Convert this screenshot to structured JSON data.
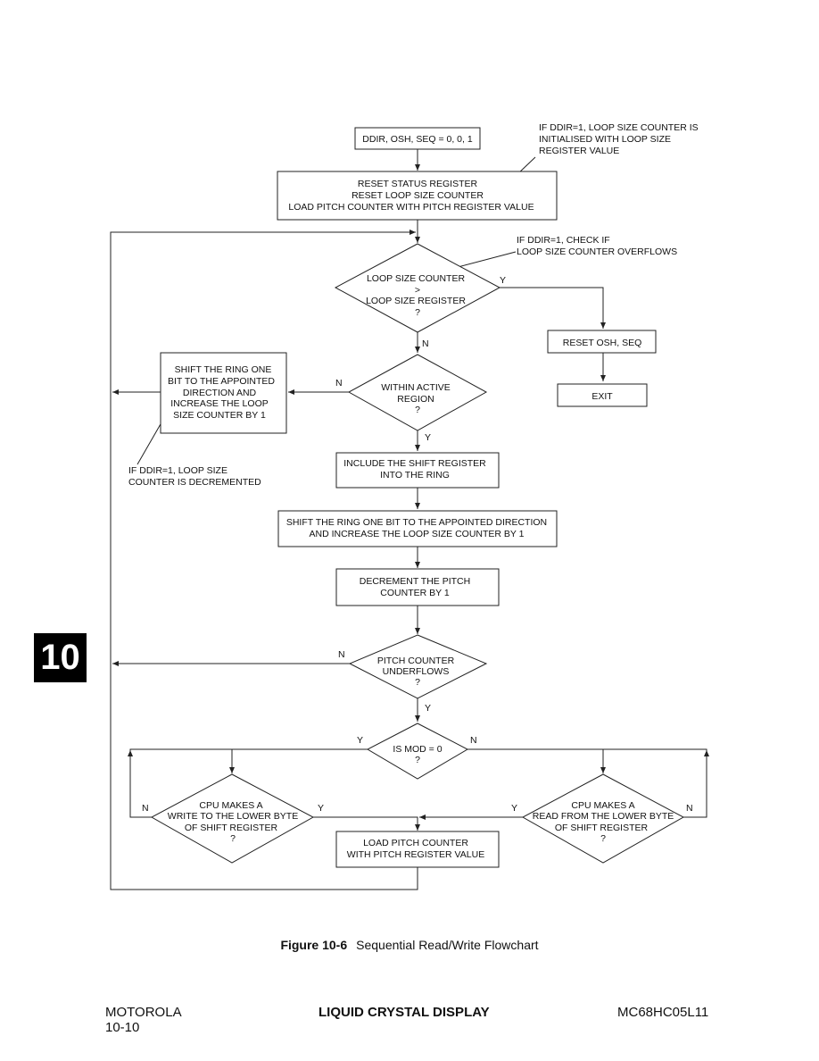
{
  "flowchart": {
    "start": "DDIR, OSH, SEQ = 0, 0, 1",
    "reset_block": [
      "RESET STATUS REGISTER",
      "RESET LOOP SIZE COUNTER",
      "LOAD PITCH COUNTER WITH PITCH REGISTER VALUE"
    ],
    "note_init": [
      "IF DDIR=1, LOOP SIZE COUNTER IS",
      "INITIALISED WITH LOOP SIZE",
      "REGISTER VALUE"
    ],
    "note_overflow": [
      "IF DDIR=1, CHECK IF",
      "LOOP SIZE COUNTER OVERFLOWS"
    ],
    "decision_loop": [
      "LOOP SIZE COUNTER",
      ">",
      "LOOP SIZE REGISTER",
      "?"
    ],
    "reset_osh": "RESET OSH, SEQ",
    "exit": "EXIT",
    "decision_active": [
      "WITHIN ACTIVE",
      "REGION",
      "?"
    ],
    "shift_box_left": [
      "SHIFT THE RING ONE",
      "BIT TO THE APPOINTED",
      "DIRECTION AND",
      "INCREASE THE LOOP",
      "SIZE COUNTER BY 1"
    ],
    "note_decrement": [
      "IF DDIR=1, LOOP SIZE",
      "COUNTER IS DECREMENTED"
    ],
    "include_shift": [
      "INCLUDE THE SHIFT REGISTER",
      "INTO THE RING"
    ],
    "shift_ring": [
      "SHIFT THE RING ONE BIT TO THE APPOINTED DIRECTION",
      "AND INCREASE THE LOOP SIZE COUNTER BY 1"
    ],
    "decrement_pitch": [
      "DECREMENT THE PITCH",
      "COUNTER BY 1"
    ],
    "decision_pitch": [
      "PITCH COUNTER",
      "UNDERFLOWS",
      "?"
    ],
    "decision_mod": [
      "IS MOD = 0",
      "?"
    ],
    "decision_write": [
      "CPU MAKES A",
      "WRITE TO THE LOWER BYTE",
      "OF SHIFT REGISTER",
      "?"
    ],
    "decision_read": [
      "CPU MAKES A",
      "READ FROM THE LOWER BYTE",
      "OF SHIFT REGISTER",
      "?"
    ],
    "load_pitch": [
      "LOAD PITCH COUNTER",
      "WITH PITCH REGISTER VALUE"
    ],
    "labels": {
      "yes": "Y",
      "no": "N"
    }
  },
  "chapter_tab": "10",
  "caption": {
    "number": "Figure 10-6",
    "title": "Sequential Read/Write Flowchart"
  },
  "footer": {
    "left_line1": "MOTOROLA",
    "left_line2": "10-10",
    "center": "LIQUID CRYSTAL DISPLAY",
    "right": "MC68HC05L11"
  }
}
